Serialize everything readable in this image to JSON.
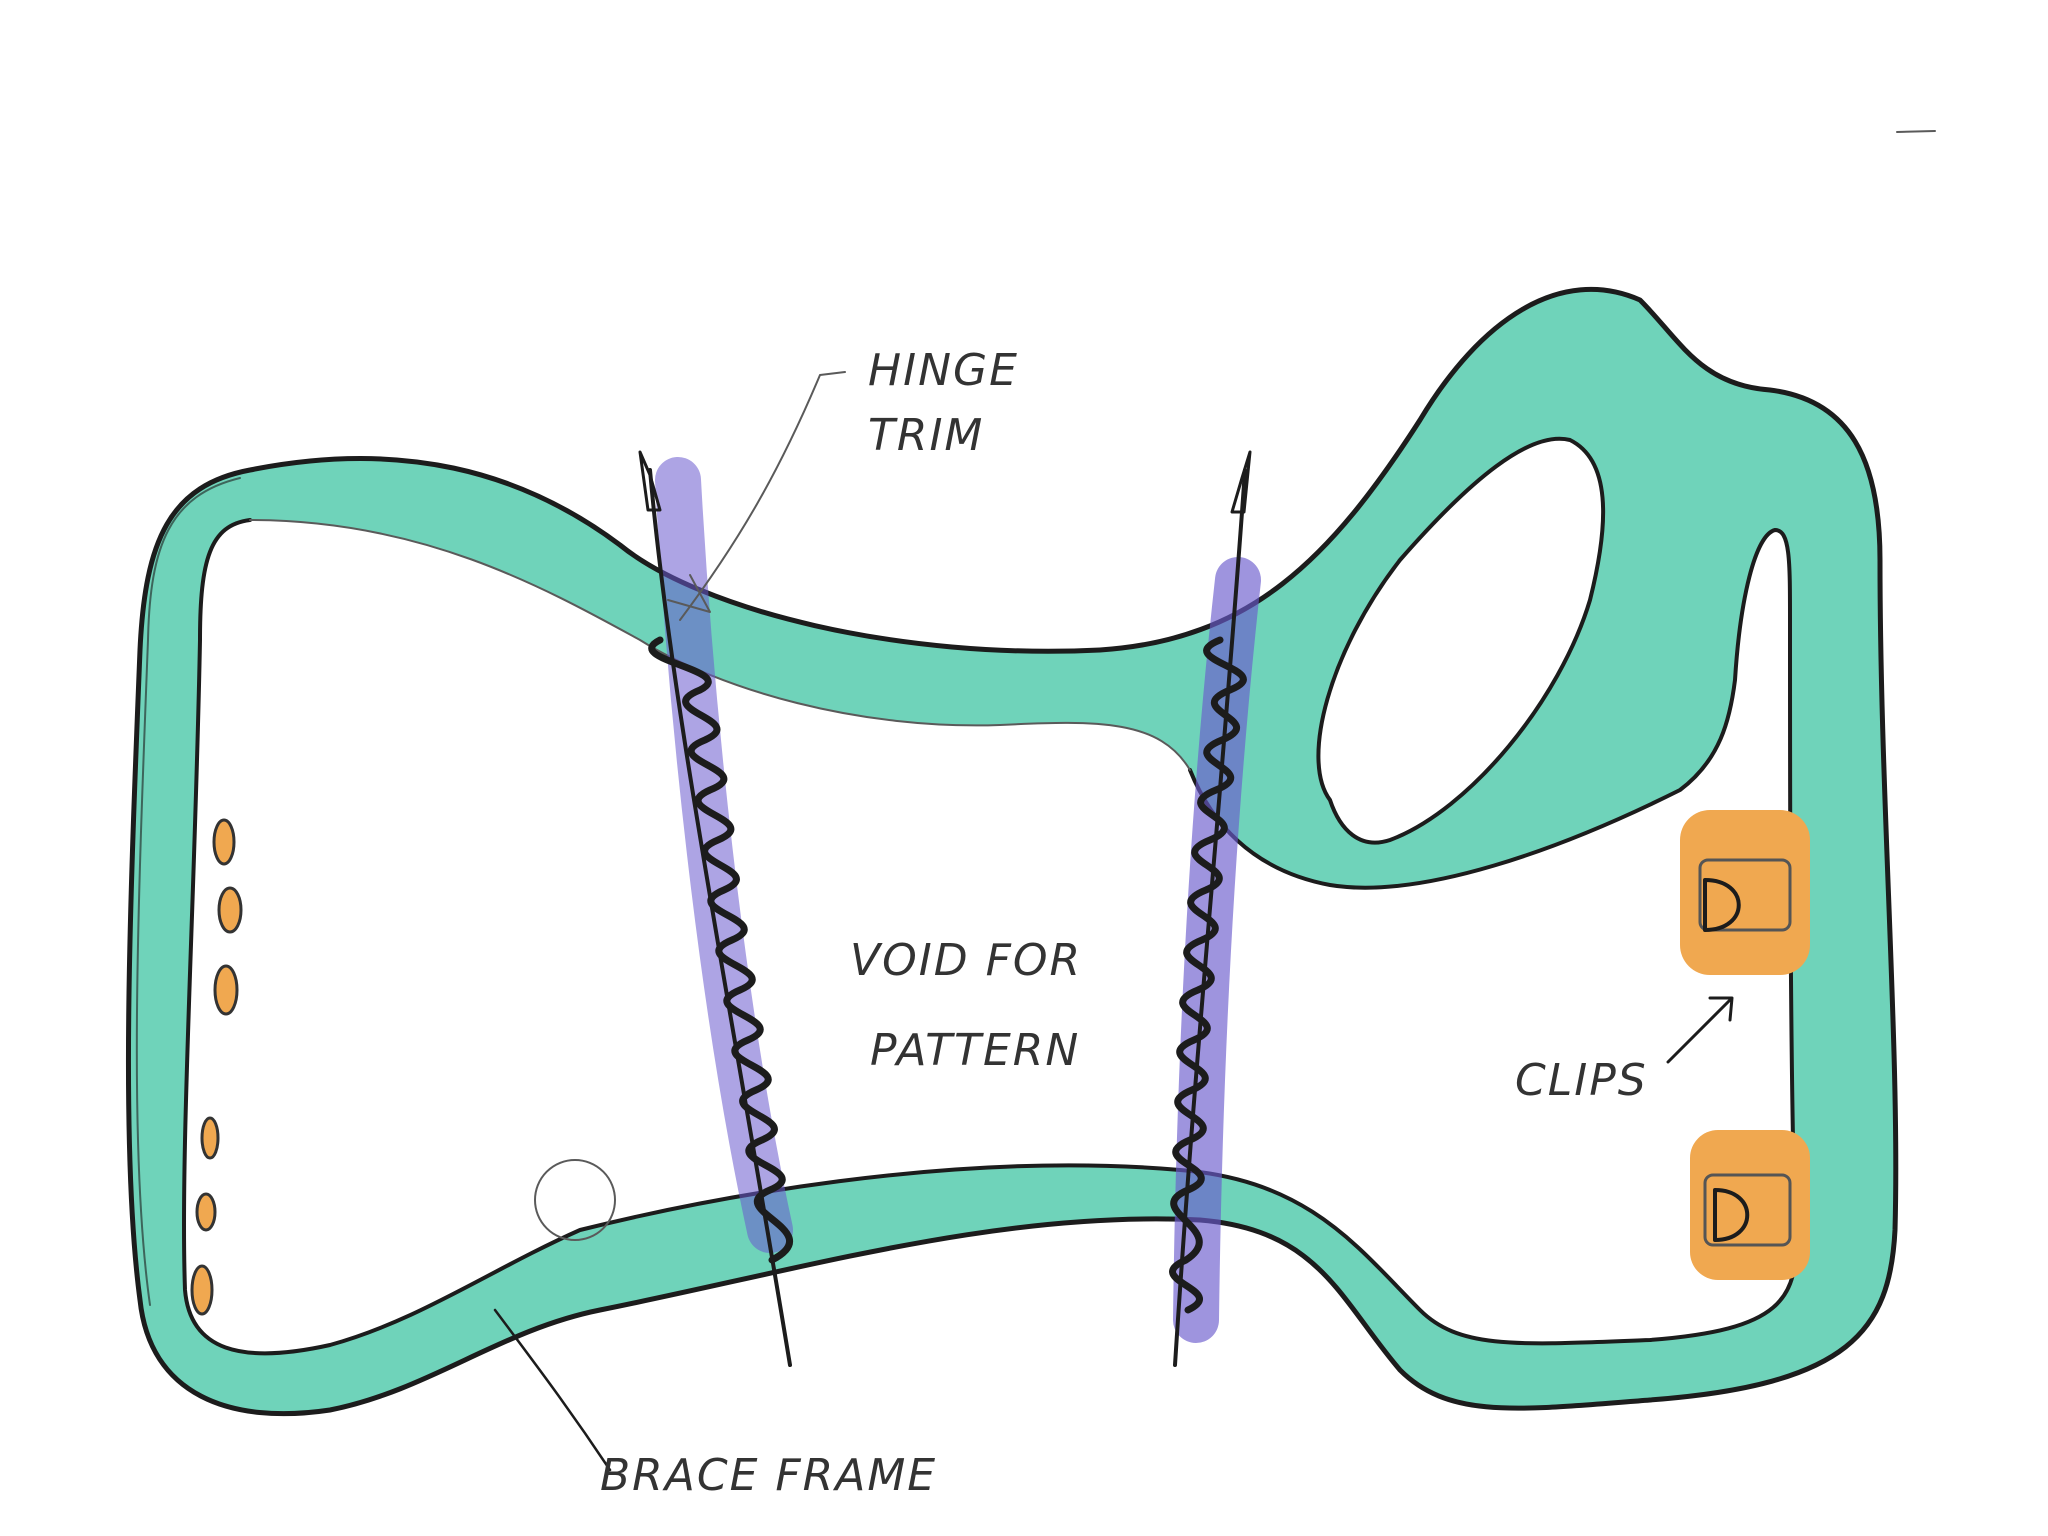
{
  "labels": {
    "hinge_trim_line1": "HINGE",
    "hinge_trim_line2": "TRIM",
    "void_line1": "VOID FOR",
    "void_line2": "PATTERN",
    "clips": "CLIPS",
    "brace_frame": "BRACE FRAME"
  },
  "colors": {
    "frame_fill": "#6fd3ba",
    "ink": "#1c1c1c",
    "hinge_trim": "#6a5acd",
    "clips": "#f0a850",
    "paper": "#ffffff"
  },
  "icons": {
    "spring": "coil-spring-icon",
    "clip": "clip-icon"
  }
}
